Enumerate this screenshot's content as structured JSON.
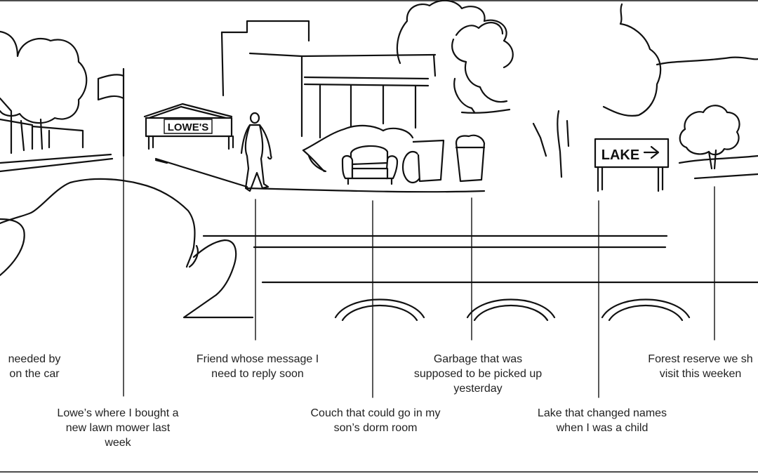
{
  "signs": {
    "store": "LOWE'S",
    "lake": "LAKE"
  },
  "captions": [
    {
      "id": "car",
      "text": "needed by\non the car"
    },
    {
      "id": "lowes",
      "text": "Lowe’s where I bought a\nnew lawn mower last\nweek"
    },
    {
      "id": "friend",
      "text": "Friend whose message I\nneed to reply soon"
    },
    {
      "id": "couch",
      "text": "Couch that could go in my\nson’s dorm room"
    },
    {
      "id": "garbage",
      "text": "Garbage that was\nsupposed to be picked up\nyesterday"
    },
    {
      "id": "lake",
      "text": "Lake that changed names\nwhen I was a child"
    },
    {
      "id": "forest",
      "text": "Forest reserve we sh\nvisit this weeken"
    }
  ],
  "icons": {
    "arrow": "right-arrow-icon",
    "person": "walking-person-icon",
    "flag": "flag-icon",
    "hand": "hand-icon"
  }
}
